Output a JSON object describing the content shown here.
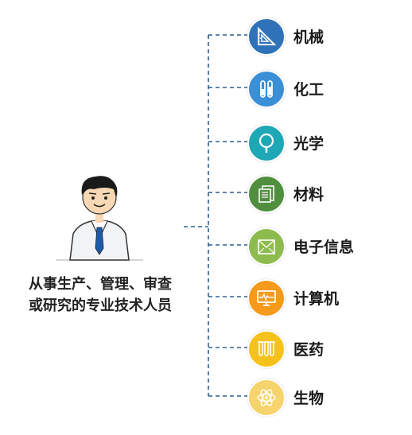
{
  "caption": {
    "line1": "从事生产、管理、审查",
    "line2": "或研究的专业技术人员"
  },
  "fields": [
    {
      "label": "机械",
      "icon": "ruler-triangle-icon",
      "color": "#2f72b8"
    },
    {
      "label": "化工",
      "icon": "test-tubes-icon",
      "color": "#3b8fd6"
    },
    {
      "label": "光学",
      "icon": "magnifier-icon",
      "color": "#1ea7b5"
    },
    {
      "label": "材料",
      "icon": "documents-icon",
      "color": "#4f8f3d"
    },
    {
      "label": "电子信息",
      "icon": "circuit-board-icon",
      "color": "#8dbb4e"
    },
    {
      "label": "计算机",
      "icon": "monitor-icon",
      "color": "#f59a1b"
    },
    {
      "label": "医药",
      "icon": "vials-icon",
      "color": "#f5c21b"
    },
    {
      "label": "生物",
      "icon": "atom-icon",
      "color": "#f7d36d"
    }
  ]
}
